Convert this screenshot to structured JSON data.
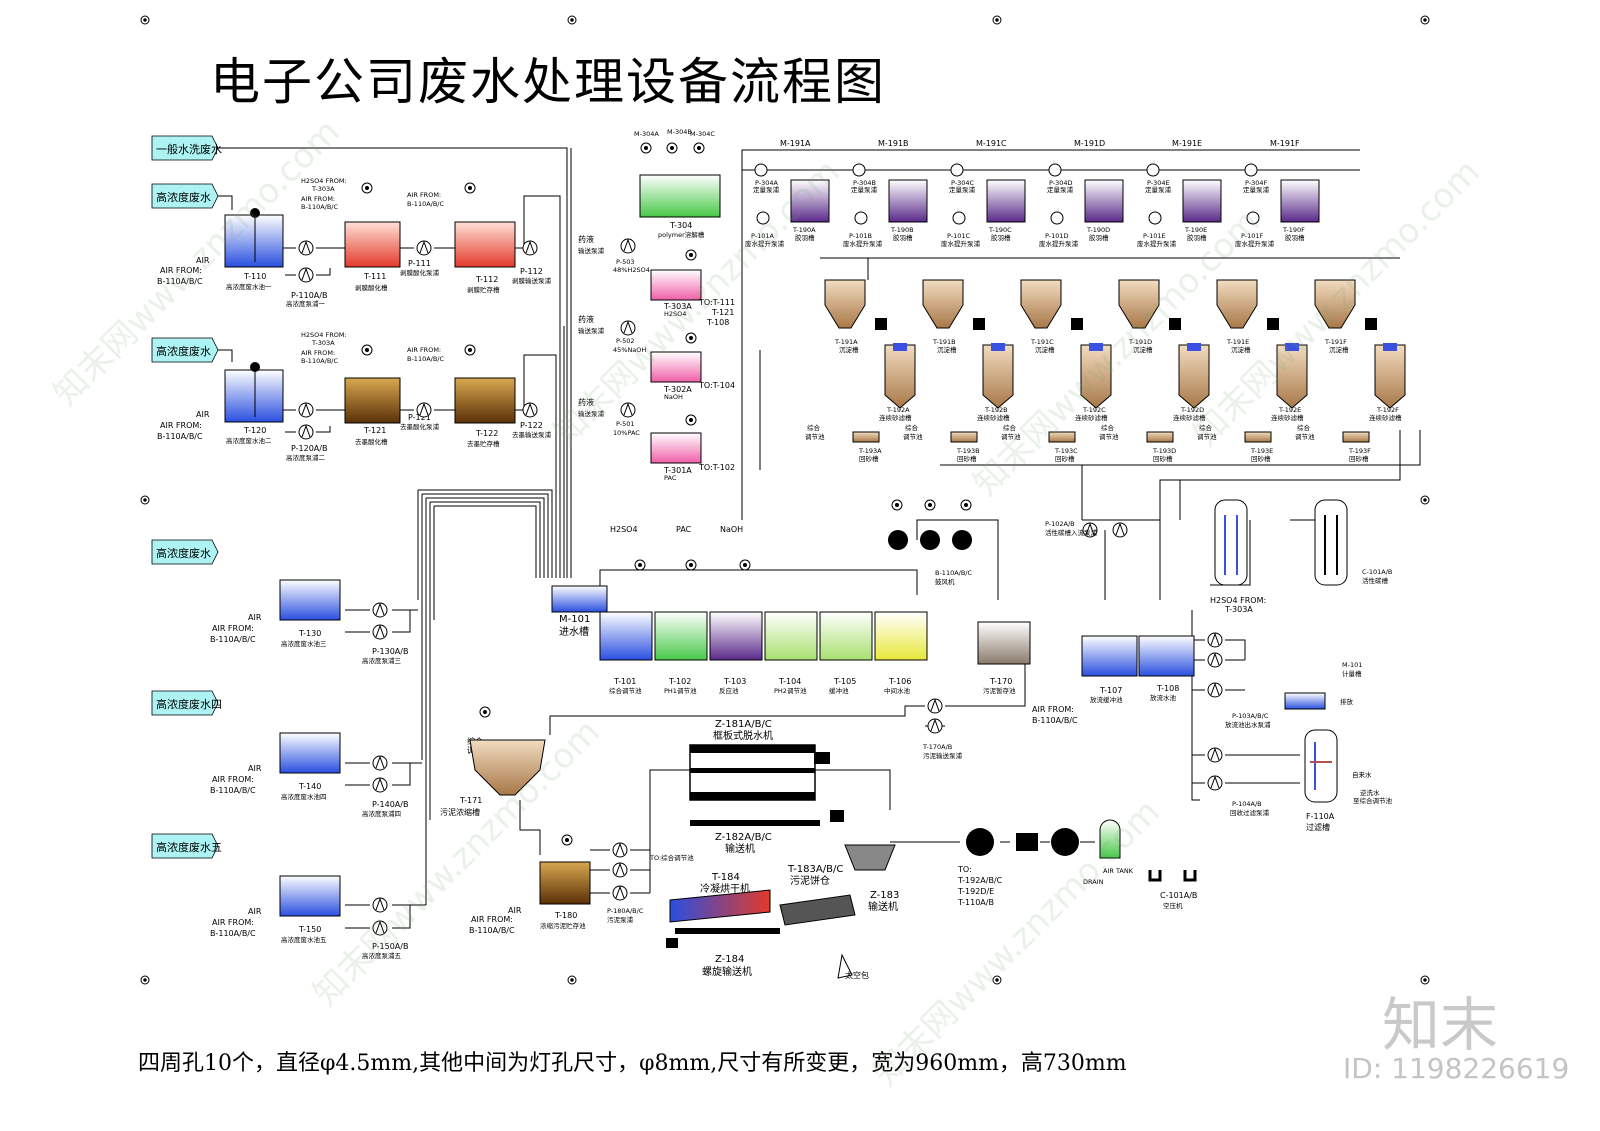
{
  "title": "电子公司废水处理设备流程图",
  "note": "四周孔10个，直径φ4.5mm,其他中间为灯孔尺寸，φ8mm,尺寸有所变更，宽为960mm，高730mm",
  "brand": "知末",
  "image_id_label": "ID: 1198226619",
  "watermark_text": "知末网www.znzmo.com",
  "colors": {
    "blue": "#3b5fe0",
    "red": "#e8473a",
    "brown": "#7a4a10",
    "olive": "#8a6a10",
    "green": "#5ccf5a",
    "purple": "#6a3a9a",
    "pink": "#f06ab0",
    "tan": "#b58b5a",
    "yellow": "#e8e84a",
    "lime": "#9ce06a"
  },
  "inlets": {
    "general_wash": "一般水洗废水",
    "high1": "高浓度废水",
    "high2": "高浓度废水",
    "high3": "高浓度废水",
    "high4": "高浓度废水四",
    "high5": "高浓度废水五"
  },
  "rows": {
    "t110": {
      "air": "AIR",
      "air_from": "AIR FROM:",
      "air_src": "B-110A/B/C",
      "tank": "T-110",
      "tank_desc": "高浓度废水池一",
      "pump": "P-110A/B",
      "pump_desc": "高浓度泵浦一"
    },
    "t111": {
      "chem1": "H2SO4 FROM:",
      "chem1b": "T-303A",
      "air_from": "AIR FROM:",
      "air_src": "B-110A/B/C",
      "tank": "T-111",
      "tank_desc": "剥膜酸化槽",
      "pump": "P-111",
      "pump_desc": "剥膜酸化泵浦"
    },
    "t112": {
      "air_from": "AIR FROM:",
      "air_src": "B-110A/B/C",
      "tank": "T-112",
      "tank_desc": "剥膜贮存槽",
      "pump": "P-112",
      "pump_desc": "剥膜输送泵浦"
    },
    "t120": {
      "air": "AIR",
      "air_from": "AIR FROM:",
      "air_src": "B-110A/B/C",
      "tank": "T-120",
      "tank_desc": "高浓度废水池二",
      "pump": "P-120A/B",
      "pump_desc": "高浓度泵浦二"
    },
    "t121": {
      "chem1": "H2SO4 FROM:",
      "chem1b": "T-303A",
      "air_from": "AIR FROM:",
      "air_src": "B-110A/B/C",
      "tank": "T-121",
      "tank_desc": "去墨酸化槽",
      "pump": "P-121",
      "pump_desc": "去墨酸化泵浦"
    },
    "t122": {
      "air_from": "AIR FROM:",
      "air_src": "B-110A/B/C",
      "tank": "T-122",
      "tank_desc": "去墨贮存槽",
      "pump": "P-122",
      "pump_desc": "去墨输送泵浦"
    },
    "t130": {
      "air": "AIR",
      "air_from": "AIR FROM:",
      "air_src": "B-110A/B/C",
      "tank": "T-130",
      "tank_desc": "高浓度废水池三",
      "pump": "P-130A/B",
      "pump_desc": "高浓度泵浦三"
    },
    "t140": {
      "air": "AIR",
      "air_from": "AIR FROM:",
      "air_src": "B-110A/B/C",
      "tank": "T-140",
      "tank_desc": "高浓度废水池四",
      "pump": "P-140A/B",
      "pump_desc": "高浓度泵浦四"
    },
    "t150": {
      "air": "AIR",
      "air_from": "AIR FROM:",
      "air_src": "B-110A/B/C",
      "tank": "T-150",
      "tank_desc": "高浓度废水池五",
      "pump": "P-150A/B",
      "pump_desc": "高浓度泵浦五"
    }
  },
  "chem": {
    "m304a": "M-304A",
    "m304b": "M-304B",
    "m304c": "M-304C",
    "t304": "T-304",
    "t304_desc": "polymer溶解槽",
    "p503_lbl": "药液",
    "p503_lbl2": "输送泵浦",
    "p503": "P-503",
    "p503_chem": "48%H2SO4",
    "t303a": "T-303A",
    "t303a_desc": "H2SO4",
    "t303a_to": "TO:T-111",
    "t303a_to2": "T-121",
    "t303a_to3": "T-108",
    "p502_lbl": "药液",
    "p502_lbl2": "输送泵浦",
    "p502": "P-502",
    "p502_chem": "45%NaOH",
    "t302a": "T-302A",
    "t302a_desc": "NaOH",
    "t302a_to": "TO:T-104",
    "p501_lbl": "药液",
    "p501_lbl2": "输送泵浦",
    "p501": "P-501",
    "p501_chem": "10%PAC",
    "t301a": "T-301A",
    "t301a_desc": "PAC",
    "t301a_to": "TO:T-102"
  },
  "trains": [
    {
      "m": "M-191A",
      "p304": "P-304A",
      "p304_desc": "定量泵浦",
      "p101": "P-101A",
      "p101_desc": "废水提升泵浦",
      "t190": "T-190A",
      "t190_desc": "胶羽槽",
      "t191": "T-191A",
      "t191_desc": "沉淀槽",
      "t192": "T-192A",
      "t192_desc": "连续砂滤槽",
      "t193": "T-193A",
      "t193_desc": "回砂槽"
    },
    {
      "m": "M-191B",
      "p304": "P-304B",
      "p304_desc": "定量泵浦",
      "p101": "P-101B",
      "p101_desc": "废水提升泵浦",
      "t190": "T-190B",
      "t190_desc": "胶羽槽",
      "t191": "T-191B",
      "t191_desc": "沉淀槽",
      "t192": "T-192B",
      "t192_desc": "连续砂滤槽",
      "t193": "T-193B",
      "t193_desc": "回砂槽"
    },
    {
      "m": "M-191C",
      "p304": "P-304C",
      "p304_desc": "定量泵浦",
      "p101": "P-101C",
      "p101_desc": "废水提升泵浦",
      "t190": "T-190C",
      "t190_desc": "胶羽槽",
      "t191": "T-191C",
      "t191_desc": "沉淀槽",
      "t192": "T-192C",
      "t192_desc": "连续砂滤槽",
      "t193": "T-193C",
      "t193_desc": "回砂槽"
    },
    {
      "m": "M-191D",
      "p304": "P-304D",
      "p304_desc": "定量泵浦",
      "p101": "P-101D",
      "p101_desc": "废水提升泵浦",
      "t190": "T-190D",
      "t190_desc": "胶羽槽",
      "t191": "T-191D",
      "t191_desc": "沉淀槽",
      "t192": "T-192D",
      "t192_desc": "连续砂滤槽",
      "t193": "T-193D",
      "t193_desc": "回砂槽"
    },
    {
      "m": "M-191E",
      "p304": "P-304E",
      "p304_desc": "定量泵浦",
      "p101": "P-101E",
      "p101_desc": "废水提升泵浦",
      "t190": "T-190E",
      "t190_desc": "胶羽槽",
      "t191": "T-191E",
      "t191_desc": "沉淀槽",
      "t192": "T-192E",
      "t192_desc": "连续砂滤槽",
      "t193": "T-193E",
      "t193_desc": "回砂槽"
    },
    {
      "m": "M-191F",
      "p304": "P-304F",
      "p304_desc": "定量泵浦",
      "p101": "P-101F",
      "p101_desc": "废水提升泵浦",
      "t190": "T-190F",
      "t190_desc": "胶羽槽",
      "t191": "T-191F",
      "t191_desc": "沉淀槽",
      "t192": "T-192F",
      "t192_desc": "连续砂滤槽",
      "t193": "T-193F",
      "t193_desc": "回砂槽"
    }
  ],
  "comp_label": "综合",
  "comp_label2": "调节池",
  "center": {
    "h2so4": "H2SO4",
    "pac": "PAC",
    "naoh": "NaOH",
    "m101": "M-101",
    "m101_desc": "进水槽",
    "b110": "B-110A/B/C",
    "b110_desc": "鼓风机",
    "tanks": [
      {
        "id": "T-101",
        "desc": "综合调节池"
      },
      {
        "id": "T-102",
        "desc": "PH1调节池"
      },
      {
        "id": "T-103",
        "desc": "反应池"
      },
      {
        "id": "T-104",
        "desc": "PH2调节池"
      },
      {
        "id": "T-105",
        "desc": "缓冲池"
      },
      {
        "id": "T-106",
        "desc": "中间水池"
      }
    ],
    "t170": "T-170",
    "t170_desc": "污泥暂存池",
    "air_from": "AIR FROM:",
    "air_src": "B-110A/B/C",
    "p170": "T-170A/B",
    "p170_desc": "污泥输送泵浦"
  },
  "right": {
    "p102": "P-102A/B",
    "p102_desc": "活性碳槽入流泵浦",
    "c101": "C-101A/B",
    "c101_desc": "活性碳槽",
    "h2so4_from": "H2SO4 FROM:",
    "h2so4_src": "T-303A",
    "t107": "T-107",
    "t107_desc": "放流缓冲池",
    "t108": "T-108",
    "t108_desc": "放流水池",
    "m101b": "M-101",
    "m101b_desc": "计量槽",
    "m101b_out": "排放",
    "p103": "P-103A/B/C",
    "p103_desc": "放流池出水泵浦",
    "p104": "P-104A/B",
    "p104_desc": "回收过滤泵浦",
    "f110": "F-110A",
    "f110_desc": "过滤槽",
    "f_out1": "自来水",
    "f_out2": "逆洗水",
    "f_out3": "至综合调节池"
  },
  "sludge": {
    "t171": "T-171",
    "t171_desc": "污泥浓缩槽",
    "comp": "综合",
    "comp2": "调节池",
    "z181": "Z-181A/B/C",
    "z181_desc": "框板式脱水机",
    "z182": "Z-182A/B/C",
    "z182_desc": "输送机",
    "to_comp": "TO:综合调节池",
    "t184": "T-184",
    "t184_desc": "冷凝烘干机",
    "t183": "T-183A/B/C",
    "t183_desc": "污泥饼仓",
    "z183": "Z-183",
    "z183_desc": "输送机",
    "z184": "Z-184",
    "z184_desc": "螺旋输送机",
    "bag": "太空包",
    "to": "TO:",
    "to1": "T-192A/B/C",
    "to2": "T-192D/E",
    "to3": "T-110A/B",
    "air_tank": "AIR TANK",
    "drain": "DRAIN",
    "c101ab": "C-101A/B",
    "c101ab_desc": "空压机",
    "t180": "T-180",
    "t180_desc": "浓缩污泥贮存池",
    "air": "AIR",
    "air_from": "AIR FROM:",
    "air_src": "B-110A/B/C",
    "p180": "P-180A/B/C",
    "p180_desc": "污泥泵浦"
  }
}
